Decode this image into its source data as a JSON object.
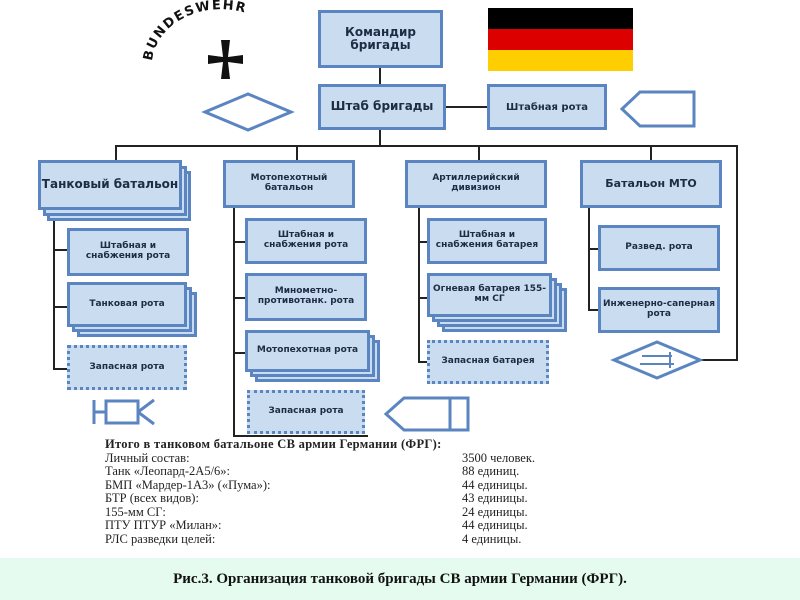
{
  "logo": {
    "text": "BUNDESWEHR"
  },
  "boxes": {
    "commander": "Командир бригады",
    "hq": "Штаб бригады",
    "hq_company": "Штабная рота",
    "tank_battalion": "Танковый батальон",
    "motor_battalion": "Мотопехотный батальон",
    "artillery_division": "Артиллерийский дивизион",
    "logistics_battalion": "Батальон МТО",
    "tank_hq_supply": "Штабная и снабжения рота",
    "tank_company": "Танковая рота",
    "tank_reserve": "Запасная рота",
    "motor_hq_supply": "Штабная и снабжения рота",
    "motor_mortar_at": "Минометно-противотанк. рота",
    "motor_company": "Мотопехотная рота",
    "motor_reserve": "Запасная рота",
    "art_hq_supply": "Штабная и снабжения батарея",
    "art_fire_battery": "Огневая батарея 155-мм СГ",
    "art_reserve": "Запасная батарея",
    "recon_company": "Развед. рота",
    "engineer_company": "Инженерно-саперная рота"
  },
  "summary": {
    "title": "Итого в танковом батальоне СВ армии Германии (ФРГ):",
    "rows": [
      {
        "label": "Личный состав:",
        "value": "3500 человек."
      },
      {
        "label": "Танк «Леопард-2А5/6»:",
        "value": "88 единиц."
      },
      {
        "label": "БМП «Мардер-1А3» («Пума»):",
        "value": "44 единицы."
      },
      {
        "label": "БТР (всех видов):",
        "value": "43 единицы."
      },
      {
        "label": "155-мм СГ:",
        "value": "24 единицы."
      },
      {
        "label": "ПТУ ПТУР «Милан»:",
        "value": "44 единицы."
      },
      {
        "label": "РЛС разведки целей:",
        "value": "4 единицы."
      }
    ]
  },
  "caption": "Рис.3. Организация танковой бригады СВ армии Германии (ФРГ).",
  "colors": {
    "box_fill": "#c9dcf0",
    "box_border": "#5b85c1",
    "flag_black": "#000000",
    "flag_red": "#dd0000",
    "flag_gold": "#ffce00",
    "caption_bg": "#e6fbef"
  }
}
